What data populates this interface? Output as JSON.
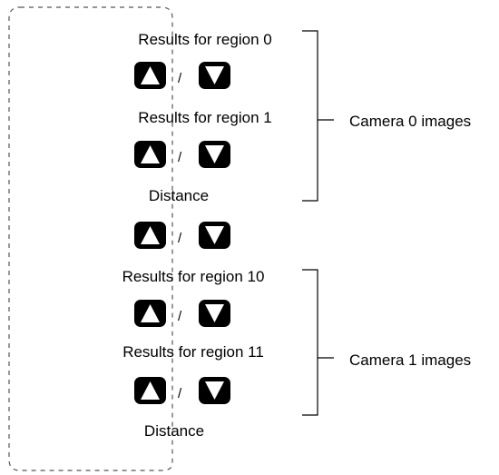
{
  "diagram": {
    "rows": [
      {
        "kind": "label",
        "text": "Results for region 0"
      },
      {
        "kind": "keys",
        "separator": "/",
        "icons": [
          "up-key-icon",
          "down-key-icon"
        ]
      },
      {
        "kind": "label",
        "text": "Results for region 1"
      },
      {
        "kind": "keys",
        "separator": "/",
        "icons": [
          "up-key-icon",
          "down-key-icon"
        ]
      },
      {
        "kind": "label",
        "text": "Distance"
      },
      {
        "kind": "keys",
        "separator": "/",
        "icons": [
          "up-key-icon",
          "down-key-icon"
        ]
      },
      {
        "kind": "label",
        "text": "Results for region 10"
      },
      {
        "kind": "keys",
        "separator": "/",
        "icons": [
          "up-key-icon",
          "down-key-icon"
        ]
      },
      {
        "kind": "label",
        "text": "Results for region 11"
      },
      {
        "kind": "keys",
        "separator": "/",
        "icons": [
          "up-key-icon",
          "down-key-icon"
        ]
      },
      {
        "kind": "label",
        "text": "Distance"
      }
    ],
    "groups": [
      {
        "label": "Camera 0 images"
      },
      {
        "label": "Camera 1 images"
      }
    ]
  }
}
